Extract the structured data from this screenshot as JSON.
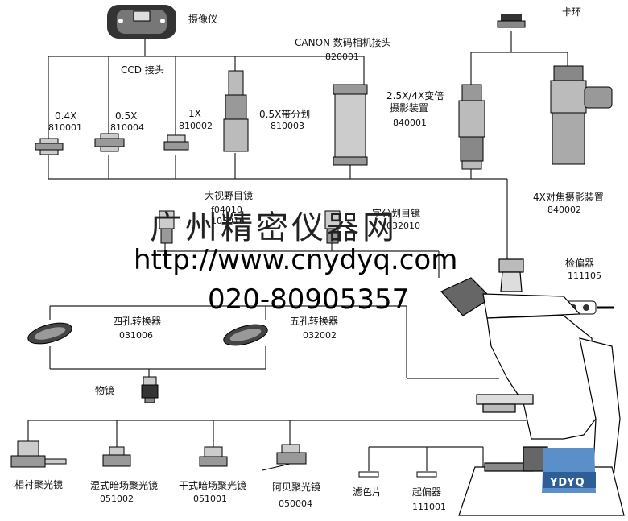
{
  "labels": {
    "camera": "摄像仪",
    "ccd": "CCD 接头",
    "canon": "CANON 数码相机接头",
    "canon_code": "820001",
    "ring": "卡环",
    "ad04": "0.4X",
    "ad04_code": "810001",
    "ad05": "0.5X",
    "ad05_code": "810004",
    "ad1": "1X",
    "ad1_code": "810002",
    "ret": "0.5X带分划",
    "ret_code": "810003",
    "zoom": "2.5X/4X变倍",
    "zoom2": "摄影装置",
    "zoom_code": "840001",
    "focus4x": "4X对焦摄影装置",
    "focus4x_code": "840002",
    "wide": "大视野目镜",
    "wide_c1": "f04010",
    "wide_c2": "105016",
    "reticle_eye": "字分划目镜",
    "reticle_eye_code": "032010",
    "analyzer": "检偏器",
    "analyzer_code": "111105",
    "quad": "四孔转换器",
    "quad_code": "031006",
    "quint": "五孔转换器",
    "quint_code": "032002",
    "objective": "物镜",
    "phase": "相衬聚光镜",
    "wet": "湿式暗场聚光镜",
    "wet_code": "051002",
    "dry": "干式暗场聚光镜",
    "dry_code": "051001",
    "abbe": "阿贝聚光镜",
    "abbe_code": "050004",
    "filter": "滤色片",
    "polarizer": "起偏器",
    "polarizer_code": "111001"
  },
  "watermark": {
    "company": "广州精密仪器网",
    "url": "http://www.cnydyq.com",
    "phone": "020-80905357"
  },
  "logo": {
    "text": "YDYQ",
    "color": "#5b8fc9"
  }
}
